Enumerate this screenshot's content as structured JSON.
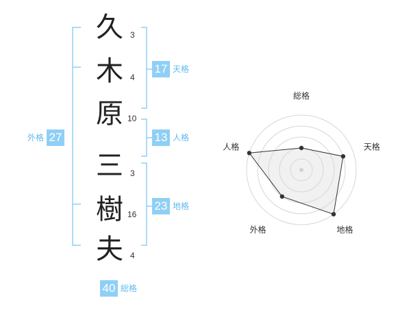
{
  "name": {
    "characters": [
      {
        "char": "久",
        "strokes": "3"
      },
      {
        "char": "木",
        "strokes": "4"
      },
      {
        "char": "原",
        "strokes": "10"
      },
      {
        "char": "三",
        "strokes": "3"
      },
      {
        "char": "樹",
        "strokes": "16"
      },
      {
        "char": "夫",
        "strokes": "4"
      }
    ]
  },
  "kakusu": {
    "tenkaku": {
      "label": "天格",
      "value": "17"
    },
    "jinkaku": {
      "label": "人格",
      "value": "13"
    },
    "chikaku": {
      "label": "地格",
      "value": "23"
    },
    "gaikaku": {
      "label": "外格",
      "value": "27"
    },
    "soukaku": {
      "label": "総格",
      "value": "40"
    }
  },
  "colors": {
    "accent": "#8fcff6",
    "accent_text": "#63b9ef",
    "bracket": "#8fcff6"
  },
  "chart_data": {
    "type": "radar",
    "axes": [
      "総格",
      "天格",
      "地格",
      "外格",
      "人格"
    ],
    "values": [
      2,
      4,
      5,
      3,
      5
    ],
    "max": 5
  }
}
